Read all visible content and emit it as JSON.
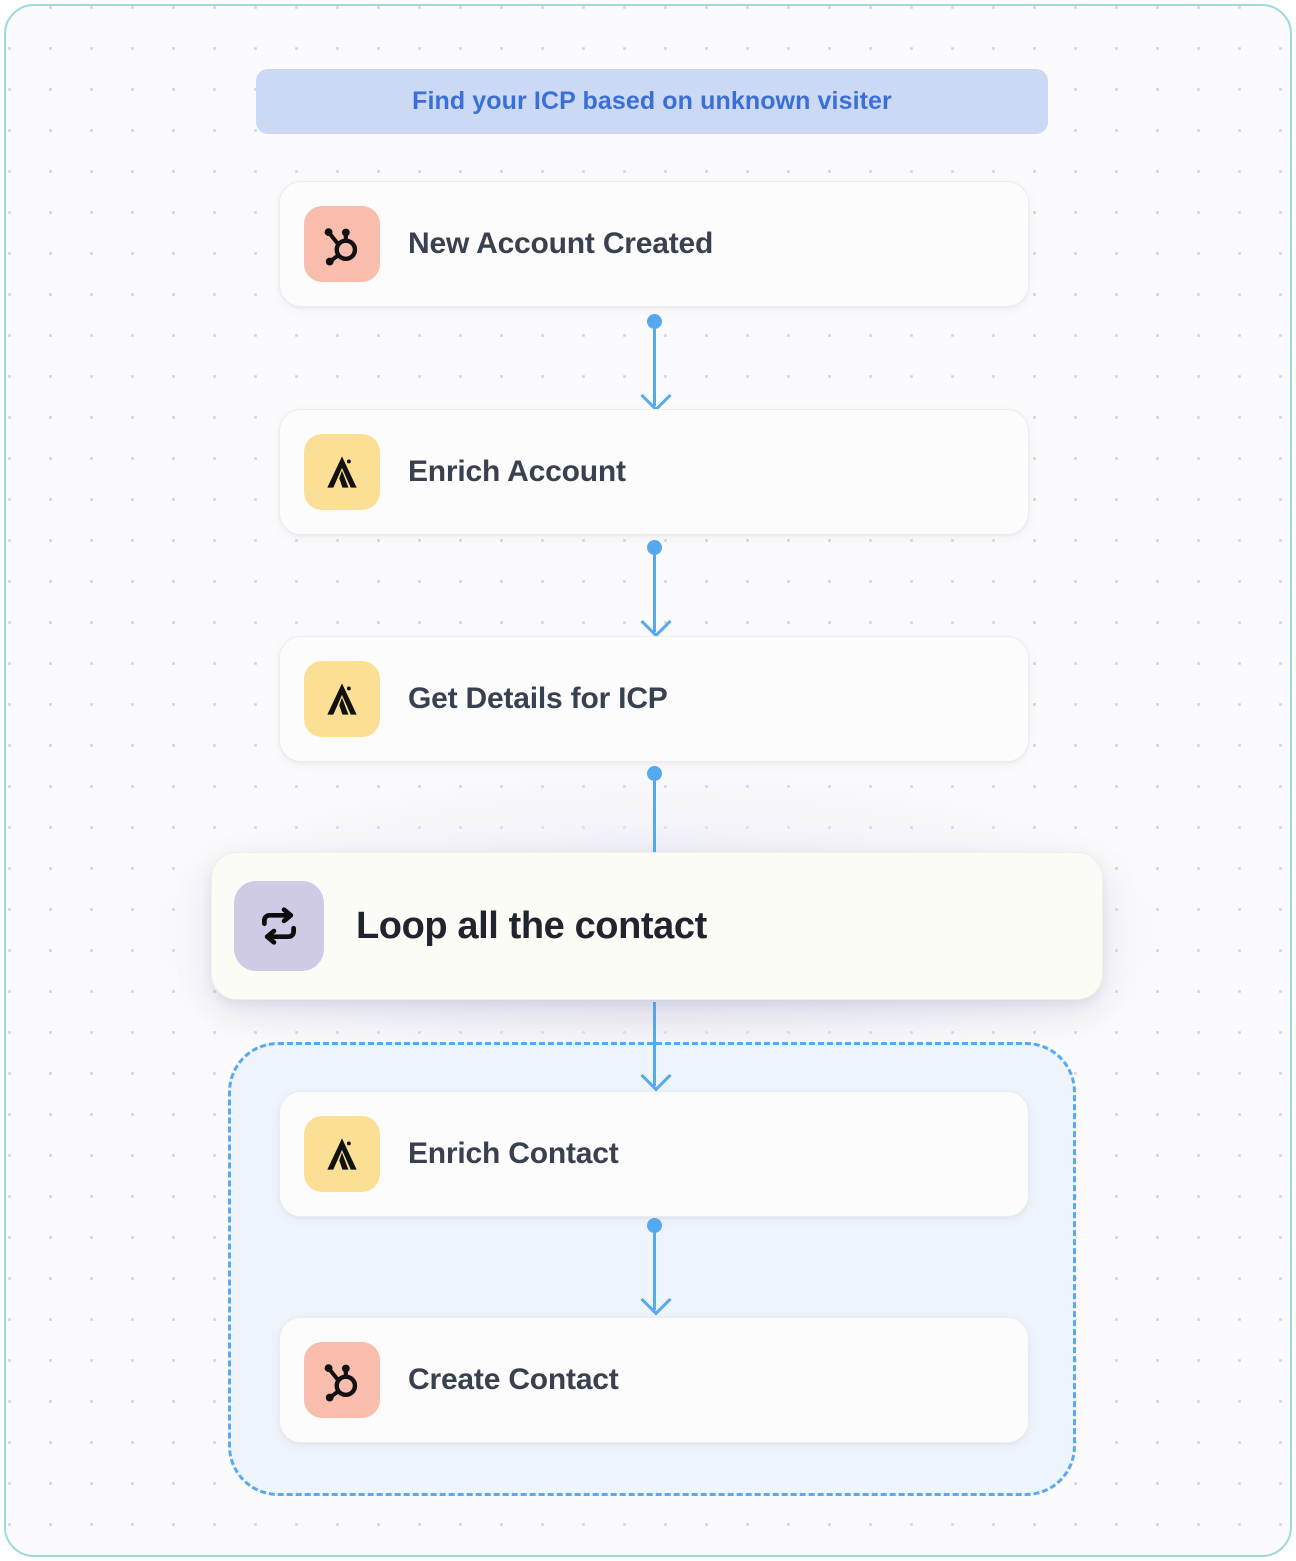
{
  "canvas": {
    "frame_border_color": "#9fd8da",
    "background_color": "#fbfbfd",
    "dot_grid_color": "#d5d9e3"
  },
  "banner": {
    "title": "Find your ICP based on unknown visiter",
    "background_color": "#ccd9f5",
    "text_color": "#3a6fd8"
  },
  "nodes": [
    {
      "id": "new-account-created",
      "label": "New Account Created",
      "icon": "hubspot-icon",
      "icon_tile_color": "#f9bdae",
      "type": "trigger"
    },
    {
      "id": "enrich-account",
      "label": "Enrich Account",
      "icon": "apollo-icon",
      "icon_tile_color": "#fbdf95",
      "type": "action"
    },
    {
      "id": "get-details-for-icp",
      "label": "Get Details for ICP",
      "icon": "apollo-icon",
      "icon_tile_color": "#fbdf95",
      "type": "action"
    },
    {
      "id": "loop-all-the-contact",
      "label": "Loop all the contact",
      "icon": "loop-repeat-icon",
      "icon_tile_color": "#cfcbe6",
      "type": "loop"
    },
    {
      "id": "enrich-contact",
      "label": "Enrich Contact",
      "icon": "apollo-icon",
      "icon_tile_color": "#fbdf95",
      "type": "action"
    },
    {
      "id": "create-contact",
      "label": "Create Contact",
      "icon": "hubspot-icon",
      "icon_tile_color": "#f9bdae",
      "type": "action"
    }
  ],
  "connectors": [
    {
      "id": "c1",
      "from": "new-account-created",
      "to": "enrich-account",
      "arrowhead": true
    },
    {
      "id": "c2",
      "from": "enrich-account",
      "to": "get-details-for-icp",
      "arrowhead": true
    },
    {
      "id": "c3",
      "from": "get-details-for-icp",
      "to": "loop-all-the-contact",
      "arrowhead": false
    },
    {
      "id": "c4",
      "from": "loop-all-the-contact",
      "to": "enrich-contact",
      "arrowhead": true
    },
    {
      "id": "c5",
      "from": "enrich-contact",
      "to": "create-contact",
      "arrowhead": true
    }
  ],
  "loop_body": {
    "border_style": "dashed",
    "border_color": "#5aa9f0",
    "background_color": "#eef4fc",
    "contains": [
      "enrich-contact",
      "create-contact"
    ]
  },
  "connector_color": "#57a9ef"
}
